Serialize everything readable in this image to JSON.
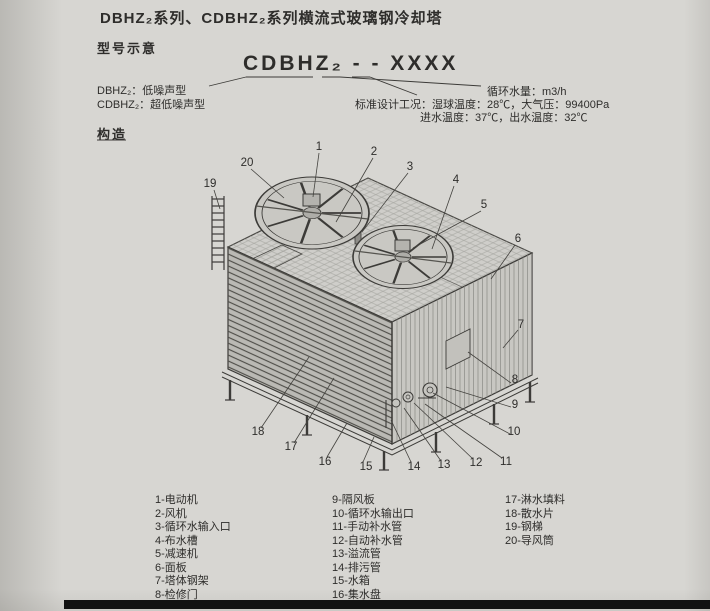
{
  "header": {
    "title": "DBHZ₂系列、CDBHZ₂系列横流式玻璃钢冷却塔"
  },
  "model": {
    "section_label": "型号示意",
    "code": "CDBHZ₂ - - XXXX",
    "left_notes": [
      "DBHZ₂：低噪声型",
      "CDBHZ₂：超低噪声型"
    ],
    "specs": [
      "循环水量：m3/h",
      "标准设计工况：湿球温度：28℃，大气压：99400Pa",
      "进水温度：37℃，出水温度：32℃"
    ]
  },
  "structure": {
    "section_label": "构造",
    "callouts": [
      "1",
      "2",
      "3",
      "4",
      "5",
      "6",
      "7",
      "8",
      "9",
      "10",
      "11",
      "12",
      "13",
      "14",
      "15",
      "16",
      "17",
      "18",
      "19",
      "20"
    ]
  },
  "legend": {
    "col1": [
      "1-电动机",
      "2-风机",
      "3-循环水输入口",
      "4-布水槽",
      "5-减速机",
      "6-面板",
      "7-塔体钢架",
      "8-检修门"
    ],
    "col2": [
      "9-隔风板",
      "10-循环水输出口",
      "11-手动补水管",
      "12-自动补水管",
      "13-溢流管",
      "14-排污管",
      "15-水箱",
      "16-集水盘"
    ],
    "col3": [
      "17-淋水填料",
      "18-散水片",
      "19-钢梯",
      "20-导风筒"
    ]
  },
  "colors": {
    "page_bg": "#d7d6d2",
    "ink": "#2e2d2b",
    "bottom_bar": "#121212"
  }
}
